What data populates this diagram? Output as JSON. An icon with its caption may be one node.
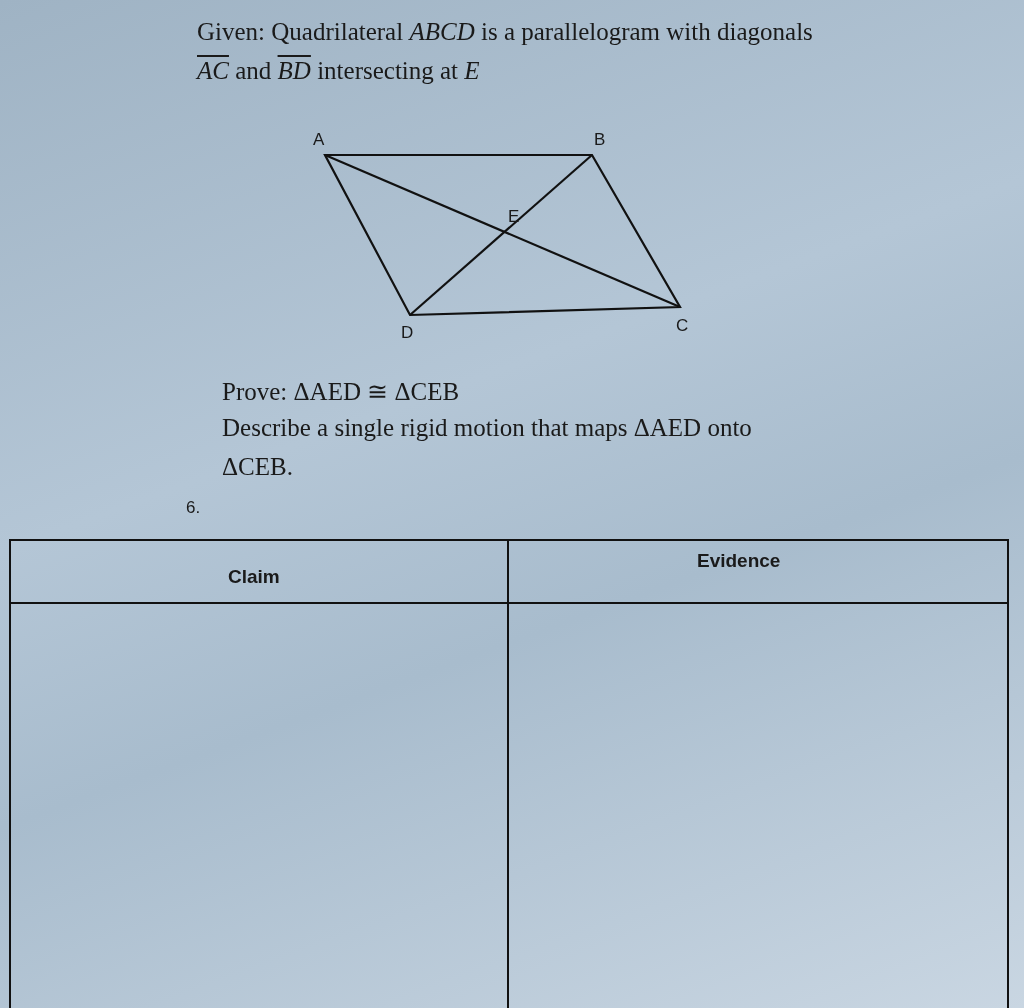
{
  "diagram": {
    "labels": [
      "Given: Quadrilateral *ABCD* is a parallelogram with diagonals *AC* and *BD* intersecting at *E*",
      "A",
      "B",
      "E",
      "D",
      "C",
      "Prove: ΔAED ≅ ΔCEB",
      "Describe a single rigid motion that maps ΔAED onto ΔCEB.",
      "6.",
      "Claim",
      "Evidence"
    ]
  }
}
